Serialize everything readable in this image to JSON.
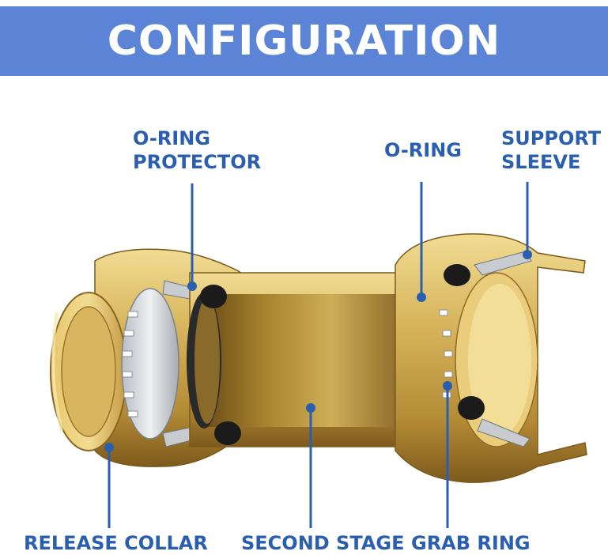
{
  "banner": {
    "title": "CONFIGURATION"
  },
  "labels": {
    "oring_protector_line1": "O-RING",
    "oring_protector_line2": "PROTECTOR",
    "oring": "O-RING",
    "support_sleeve_line1": "SUPPORT",
    "support_sleeve_line2": "SLEEVE",
    "release_collar": "RELEASE COLLAR",
    "second_stage": "SECOND STAGE",
    "grab_ring": "GRAB RING"
  },
  "colors": {
    "banner": "#5b84d6",
    "label_text": "#2a5fb0",
    "leader_line": "#2a5fb0",
    "brass": "#c9a24a",
    "brass_light": "#e8cf7e",
    "brass_dark": "#8f6a22",
    "oring": "#1e1e1e",
    "grab_ring": "#d9dde2"
  }
}
